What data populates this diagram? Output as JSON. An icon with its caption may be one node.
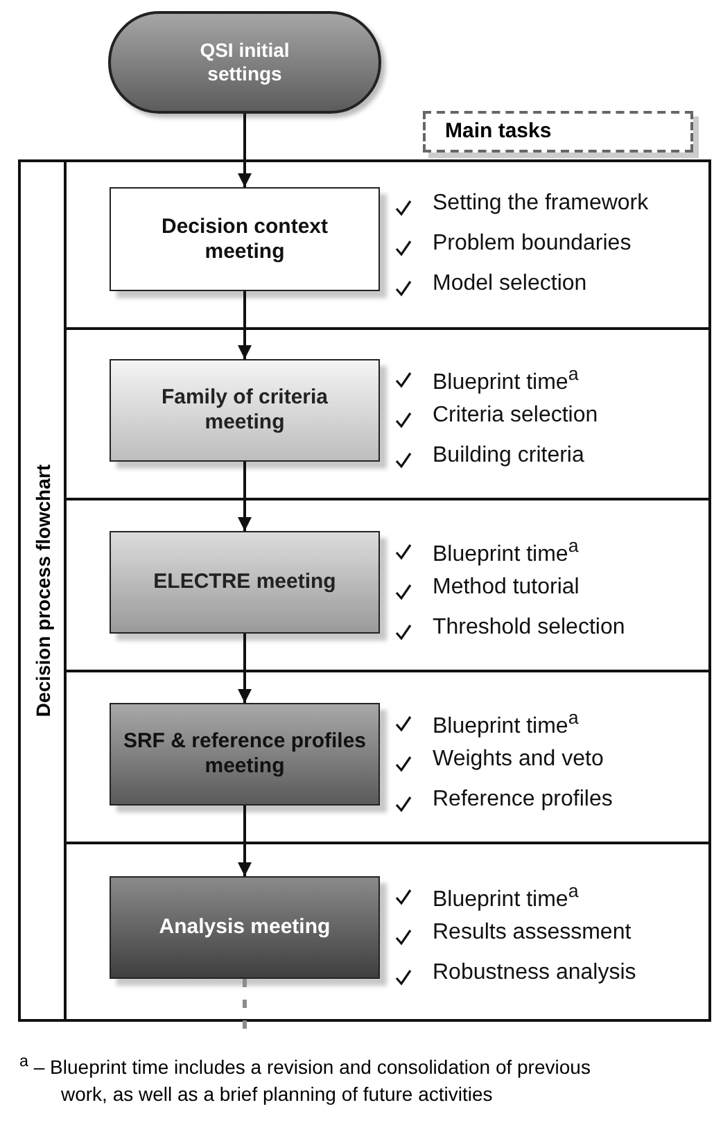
{
  "diagram": {
    "nodes": [
      {
        "text": [
          "QSI initial settings"
        ]
      },
      {
        "text": [
          "Main tasks"
        ]
      },
      {
        "text": [
          "Decision process flowchart"
        ]
      },
      {
        "text": [
          "Decision context meeting"
        ],
        "in": 2,
        "beside": [
          "Setting the framework",
          "Problem boundaries",
          "Model selection"
        ]
      },
      {
        "text": [
          "Family of criteria meeting"
        ],
        "in": 2,
        "beside": [
          "Blueprint time$^{a}$",
          "Criteria selection",
          "Building criteria"
        ]
      },
      {
        "text": [
          "ELECTRE meeting"
        ],
        "in": 2,
        "beside": [
          "Blueprint time$^{a}$",
          "Method tutorial",
          "Threshold selection"
        ]
      },
      {
        "text": [
          "SRF & reference profiles meeting"
        ],
        "in": 2,
        "beside": [
          "Blueprint time$^{a}$",
          "Weights and veto",
          "Reference profiles"
        ]
      },
      {
        "text": [
          "Analysis meeting"
        ],
        "in": 2,
        "beside": [
          "Blueprint time$^{a}$",
          "Results assessment",
          "Robustness analysis"
        ]
      }
    ],
    "edges": [
      {
        "from": 0,
        "to": 3,
        "arrow": "to"
      },
      {
        "from": 3,
        "to": 4,
        "arrow": "to"
      },
      {
        "from": 4,
        "to": 5,
        "arrow": "to"
      },
      {
        "from": 5,
        "to": 6,
        "arrow": "to"
      },
      {
        "from": 6,
        "to": 7,
        "arrow": "to"
      },
      {
        "from": 7,
        "to": null,
        "arrow": "none",
        "style": "dashed",
        "color": "#8c8c8c"
      }
    ],
    "labels": [
      "$^{a}$ – Blueprint time includes a revision and consolidation of previous work, as well as a brief planning of future activities"
    ]
  }
}
